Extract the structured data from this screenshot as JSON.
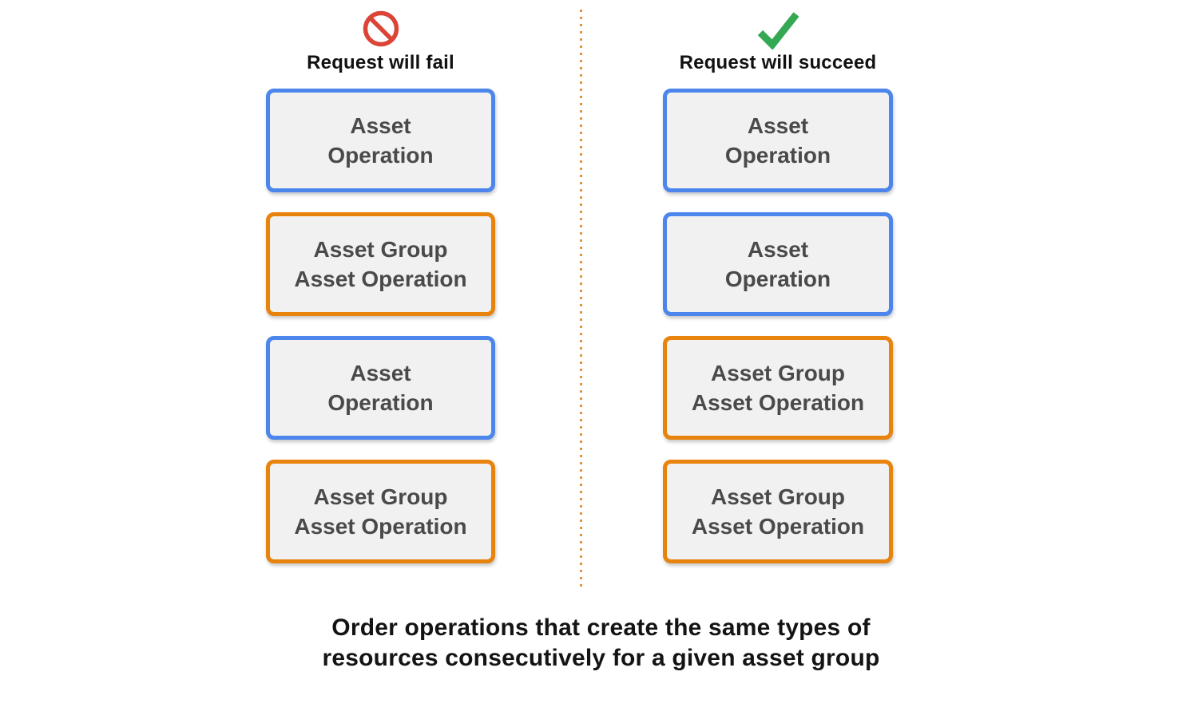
{
  "diagram": {
    "fail_column": {
      "icon": "prohibited-icon",
      "header": "Request will fail",
      "boxes": [
        {
          "type": "asset-operation",
          "label": "Asset\nOperation"
        },
        {
          "type": "asset-group-asset-operation",
          "label": "Asset Group\nAsset Operation"
        },
        {
          "type": "asset-operation",
          "label": "Asset\nOperation"
        },
        {
          "type": "asset-group-asset-operation",
          "label": "Asset Group\nAsset Operation"
        }
      ]
    },
    "succeed_column": {
      "icon": "checkmark-icon",
      "header": "Request will succeed",
      "boxes": [
        {
          "type": "asset-operation",
          "label": "Asset\nOperation"
        },
        {
          "type": "asset-operation",
          "label": "Asset\nOperation"
        },
        {
          "type": "asset-group-asset-operation",
          "label": "Asset Group\nAsset Operation"
        },
        {
          "type": "asset-group-asset-operation",
          "label": "Asset Group\nAsset Operation"
        }
      ]
    },
    "caption": "Order operations that create the same types of\nresources consecutively for a given asset group",
    "colors": {
      "asset_operation_border": "#4C86EC",
      "asset_group_border": "#E8830D",
      "box_fill": "#F1F1F1",
      "box_text": "#4A4A4A",
      "fail_icon_color": "#DB4437",
      "success_icon_color": "#34A853",
      "divider_color": "#E09440"
    }
  }
}
